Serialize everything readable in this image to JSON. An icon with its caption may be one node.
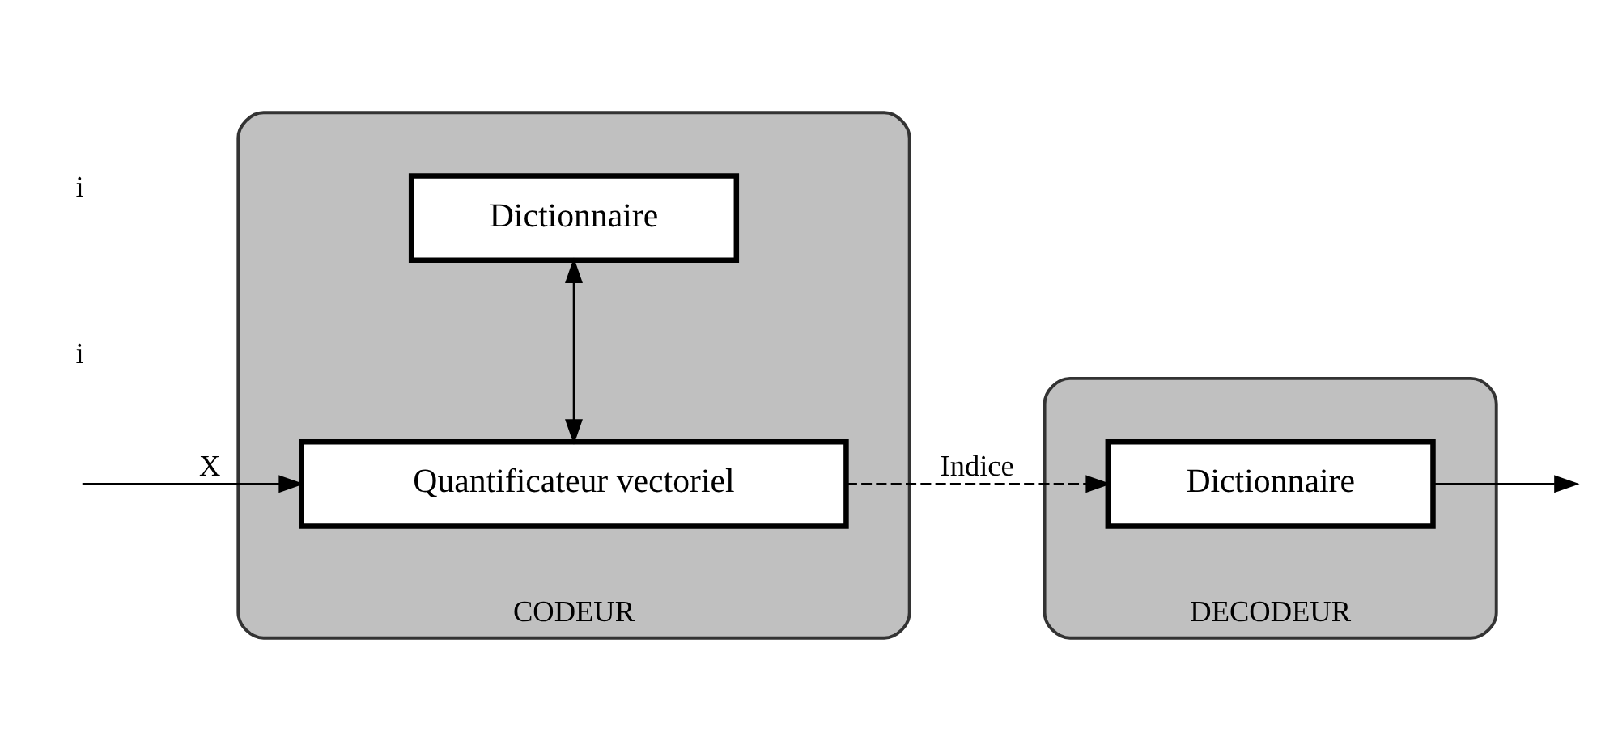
{
  "diagram": {
    "nodes": [
      {
        "text": [
          "CODEUR"
        ]
      },
      {
        "text": [
          "Dictionnaire"
        ],
        "in": 0
      },
      {
        "text": [
          "Quantificateur vectoriel"
        ],
        "in": 0
      },
      {
        "text": [
          "DECODEUR"
        ]
      },
      {
        "text": [
          "Dictionnaire"
        ],
        "in": 3
      }
    ],
    "edges": [
      {
        "from": 1,
        "to": 2,
        "arrow": "both"
      },
      {
        "from": null,
        "to": 2,
        "arrow": "to",
        "label": "X"
      },
      {
        "from": 2,
        "to": 4,
        "arrow": "to",
        "label": "Indice",
        "style": "dashed"
      },
      {
        "from": 4,
        "to": null,
        "arrow": "to"
      }
    ],
    "labels": [
      "i",
      "i"
    ]
  }
}
